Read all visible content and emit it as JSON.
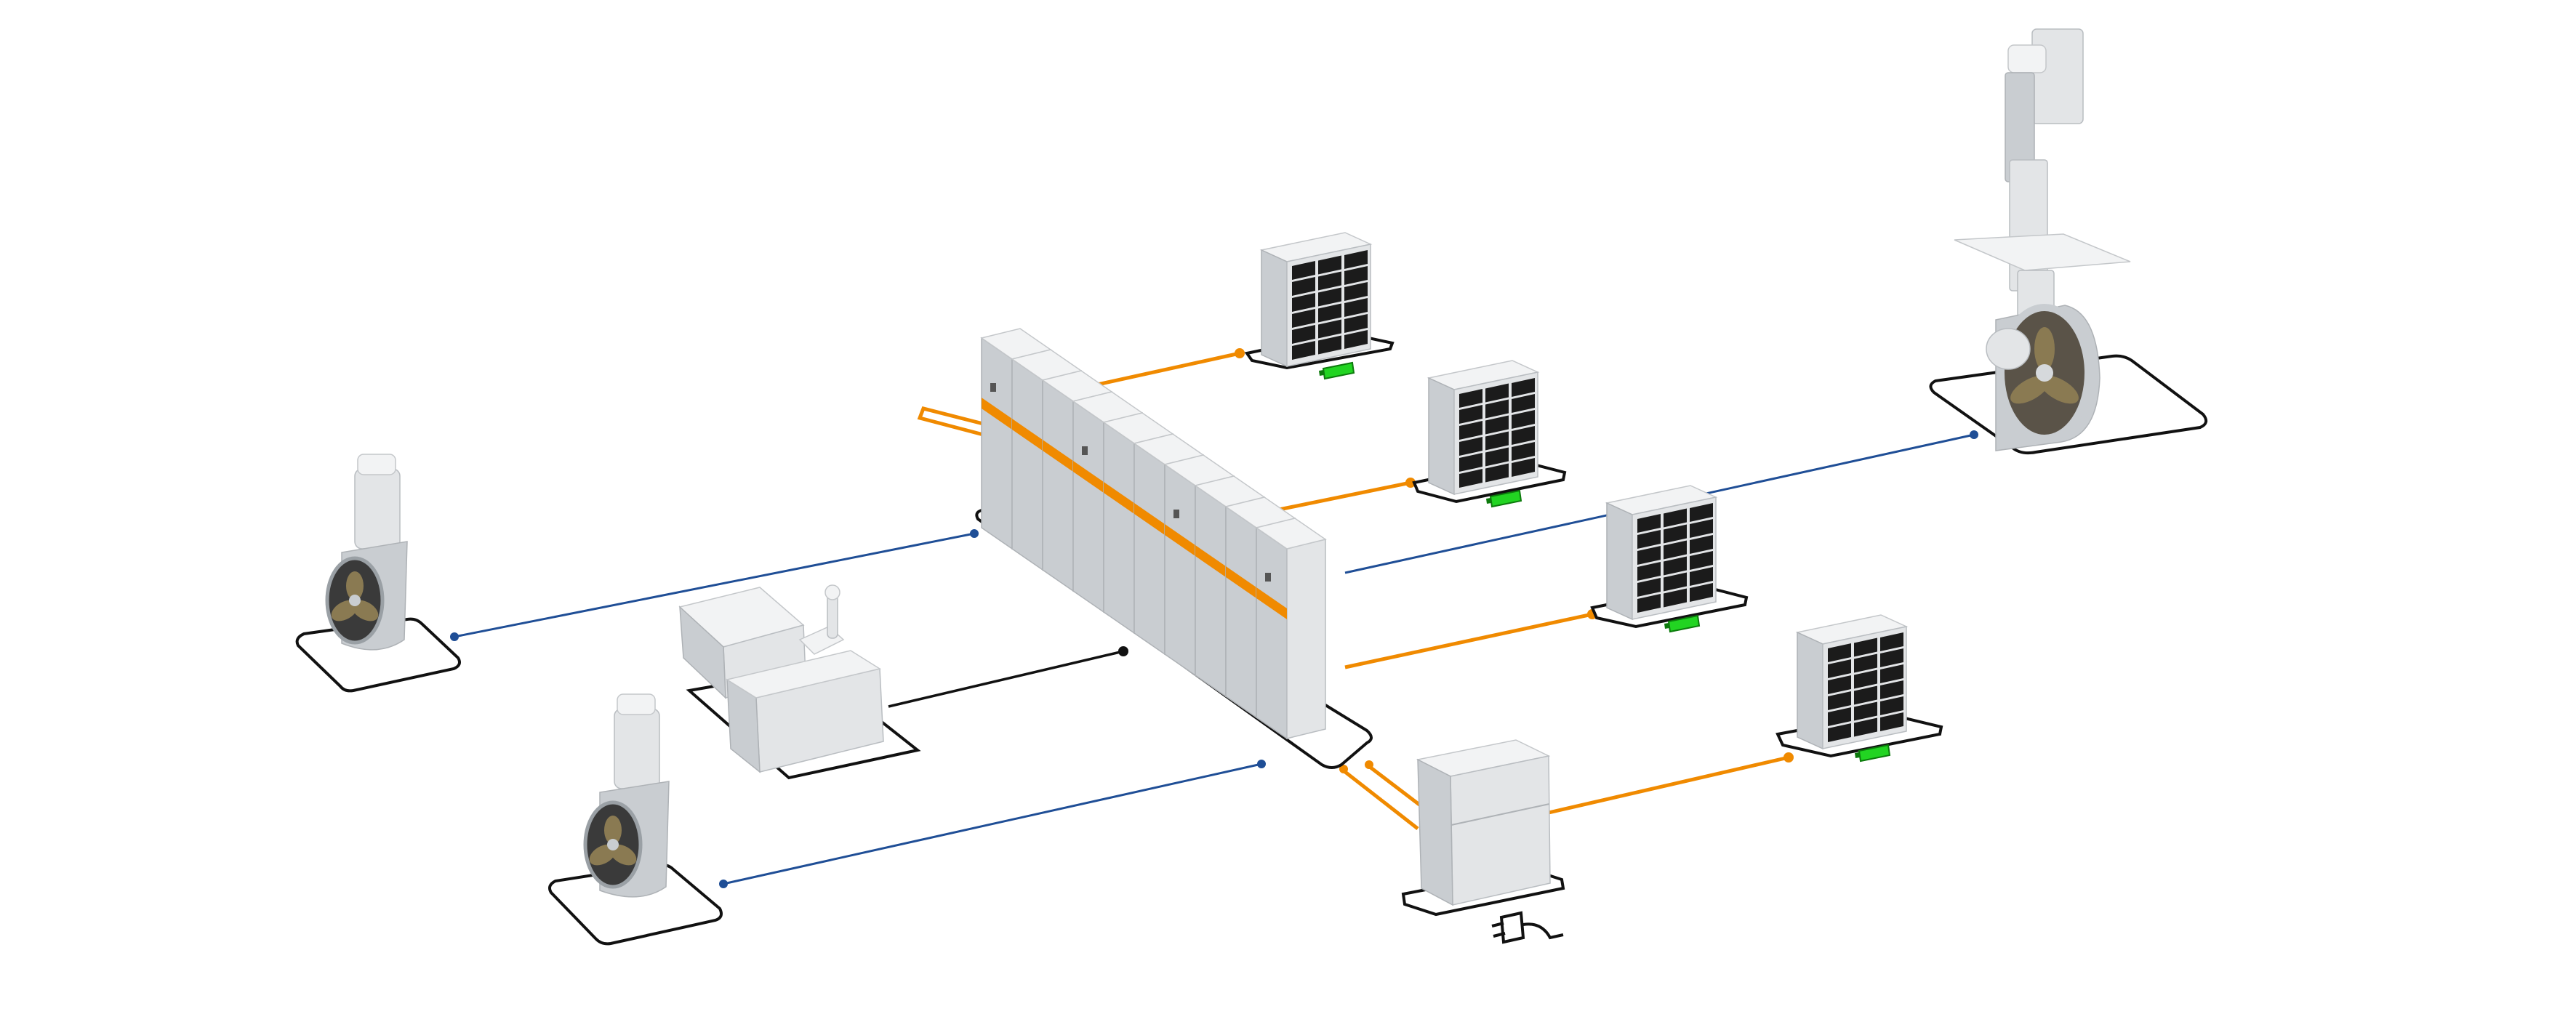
{
  "colors": {
    "power_line": "#f08a00",
    "control_line": "#1f4e96",
    "signal_line": "#111111",
    "battery_status": "#22d422",
    "equipment": "#e3e5e7"
  },
  "components": {
    "switchboard": {
      "cabinet_count": 10,
      "icon": "switchboard-icon"
    },
    "batteries": {
      "count": 4,
      "icon": "battery-rack-icon"
    },
    "thrusters": {
      "count": 3,
      "icon": "thruster-icon"
    },
    "control_console": {
      "icon": "bridge-console-icon"
    },
    "shore_charger": {
      "icon": "shore-power-plug-icon"
    }
  }
}
